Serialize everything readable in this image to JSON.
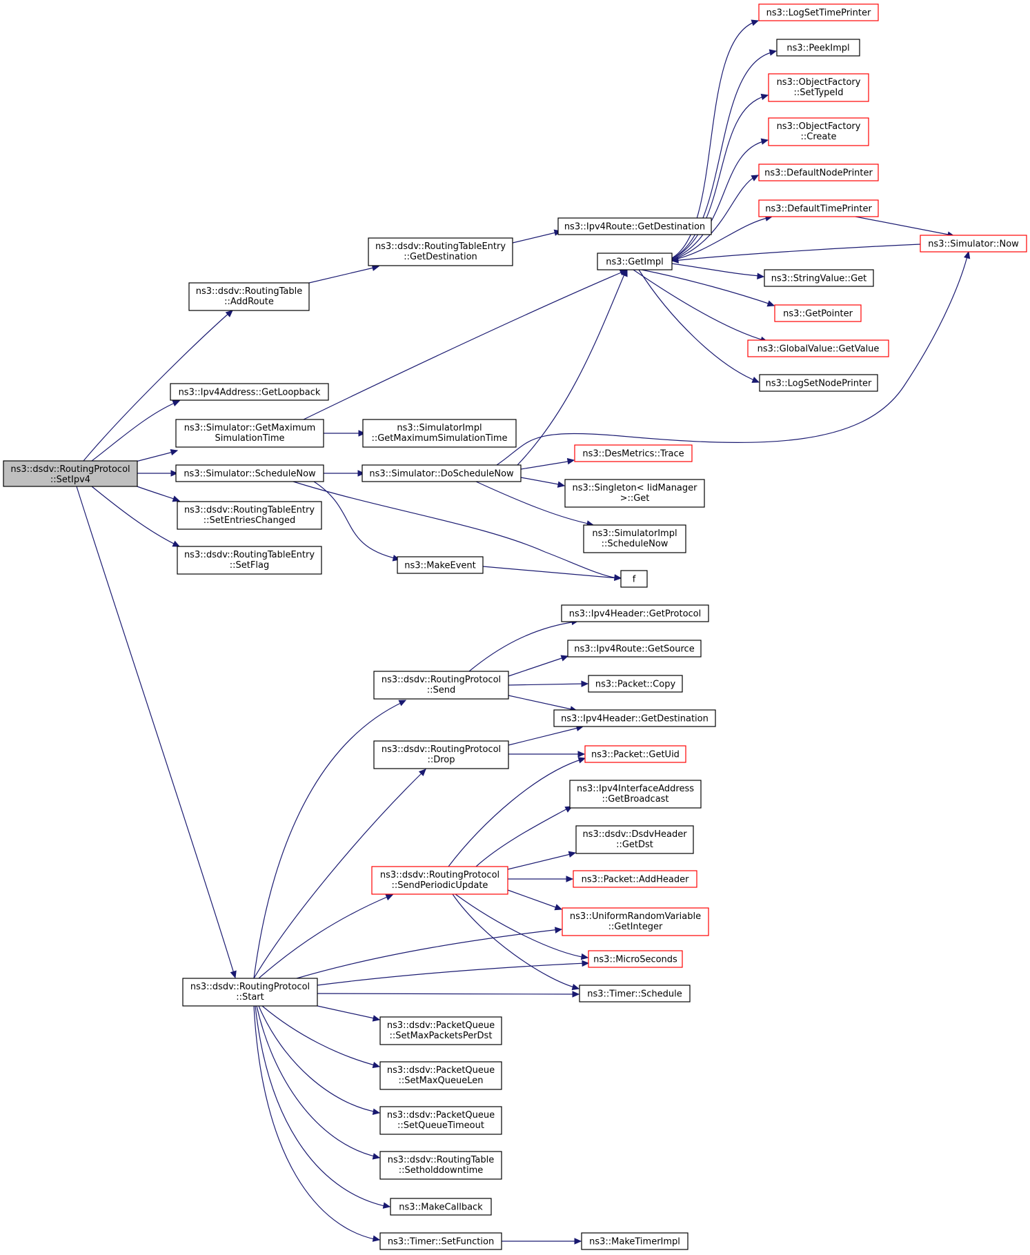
{
  "nodes": [
    {
      "id": "setipv4",
      "lines": [
        "ns3::dsdv::RoutingProtocol",
        "::SetIpv4"
      ],
      "style": "root"
    },
    {
      "id": "rt_addroute",
      "lines": [
        "ns3::dsdv::RoutingTable",
        "::AddRoute"
      ],
      "style": "normal"
    },
    {
      "id": "rte_getdest",
      "lines": [
        "ns3::dsdv::RoutingTableEntry",
        "::GetDestination"
      ],
      "style": "normal"
    },
    {
      "id": "ipv4route_getdest",
      "lines": [
        "ns3::Ipv4Route::GetDestination"
      ],
      "style": "normal"
    },
    {
      "id": "getimpl",
      "lines": [
        "ns3::GetImpl"
      ],
      "style": "normal"
    },
    {
      "id": "logsettimeprinter",
      "lines": [
        "ns3::LogSetTimePrinter"
      ],
      "style": "truncated"
    },
    {
      "id": "peekimpl",
      "lines": [
        "ns3::PeekImpl"
      ],
      "style": "normal"
    },
    {
      "id": "of_settypeid",
      "lines": [
        "ns3::ObjectFactory",
        "::SetTypeId"
      ],
      "style": "truncated"
    },
    {
      "id": "of_create",
      "lines": [
        "ns3::ObjectFactory",
        "::Create"
      ],
      "style": "truncated"
    },
    {
      "id": "defaultnodeprinter",
      "lines": [
        "ns3::DefaultNodePrinter"
      ],
      "style": "truncated"
    },
    {
      "id": "defaulttimeprinter",
      "lines": [
        "ns3::DefaultTimePrinter"
      ],
      "style": "truncated"
    },
    {
      "id": "sim_now",
      "lines": [
        "ns3::Simulator::Now"
      ],
      "style": "truncated"
    },
    {
      "id": "stringvalue_get",
      "lines": [
        "ns3::StringValue::Get"
      ],
      "style": "normal"
    },
    {
      "id": "getpointer",
      "lines": [
        "ns3::GetPointer"
      ],
      "style": "truncated"
    },
    {
      "id": "gv_getvalue",
      "lines": [
        "ns3::GlobalValue::GetValue"
      ],
      "style": "truncated"
    },
    {
      "id": "logsetnodeprinter",
      "lines": [
        "ns3::LogSetNodePrinter"
      ],
      "style": "normal"
    },
    {
      "id": "ipv4addr_getloopback",
      "lines": [
        "ns3::Ipv4Address::GetLoopback"
      ],
      "style": "normal"
    },
    {
      "id": "sim_getmaxsimtime",
      "lines": [
        "ns3::Simulator::GetMaximum",
        "SimulationTime"
      ],
      "style": "normal"
    },
    {
      "id": "simimpl_getmaxsimtime",
      "lines": [
        "ns3::SimulatorImpl",
        "::GetMaximumSimulationTime"
      ],
      "style": "normal"
    },
    {
      "id": "sim_schedulenow",
      "lines": [
        "ns3::Simulator::ScheduleNow"
      ],
      "style": "normal"
    },
    {
      "id": "sim_doschedulenow",
      "lines": [
        "ns3::Simulator::DoScheduleNow"
      ],
      "style": "normal"
    },
    {
      "id": "desmetrics_trace",
      "lines": [
        "ns3::DesMetrics::Trace"
      ],
      "style": "truncated"
    },
    {
      "id": "singleton_get",
      "lines": [
        "ns3::Singleton< IidManager",
        ">::Get"
      ],
      "style": "normal"
    },
    {
      "id": "simimpl_schedulenow",
      "lines": [
        "ns3::SimulatorImpl",
        "::ScheduleNow"
      ],
      "style": "normal"
    },
    {
      "id": "makeevent",
      "lines": [
        "ns3::MakeEvent"
      ],
      "style": "normal"
    },
    {
      "id": "f",
      "lines": [
        "f"
      ],
      "style": "normal"
    },
    {
      "id": "rte_setentrieschanged",
      "lines": [
        "ns3::dsdv::RoutingTableEntry",
        "::SetEntriesChanged"
      ],
      "style": "normal"
    },
    {
      "id": "rte_setflag",
      "lines": [
        "ns3::dsdv::RoutingTableEntry",
        "::SetFlag"
      ],
      "style": "normal"
    },
    {
      "id": "ipv4hdr_getprotocol",
      "lines": [
        "ns3::Ipv4Header::GetProtocol"
      ],
      "style": "normal"
    },
    {
      "id": "ipv4route_getsource",
      "lines": [
        "ns3::Ipv4Route::GetSource"
      ],
      "style": "normal"
    },
    {
      "id": "rp_send",
      "lines": [
        "ns3::dsdv::RoutingProtocol",
        "::Send"
      ],
      "style": "normal"
    },
    {
      "id": "packet_copy",
      "lines": [
        "ns3::Packet::Copy"
      ],
      "style": "normal"
    },
    {
      "id": "ipv4hdr_getdest",
      "lines": [
        "ns3::Ipv4Header::GetDestination"
      ],
      "style": "normal"
    },
    {
      "id": "rp_drop",
      "lines": [
        "ns3::dsdv::RoutingProtocol",
        "::Drop"
      ],
      "style": "normal"
    },
    {
      "id": "packet_getuid",
      "lines": [
        "ns3::Packet::GetUid"
      ],
      "style": "truncated"
    },
    {
      "id": "ipv4ifaddr_getbroadcast",
      "lines": [
        "ns3::Ipv4InterfaceAddress",
        "::GetBroadcast"
      ],
      "style": "normal"
    },
    {
      "id": "dsdvhdr_getdst",
      "lines": [
        "ns3::dsdv::DsdvHeader",
        "::GetDst"
      ],
      "style": "normal"
    },
    {
      "id": "rp_sendperiodicupdate",
      "lines": [
        "ns3::dsdv::RoutingProtocol",
        "::SendPeriodicUpdate"
      ],
      "style": "truncated"
    },
    {
      "id": "packet_addheader",
      "lines": [
        "ns3::Packet::AddHeader"
      ],
      "style": "truncated"
    },
    {
      "id": "urv_getinteger",
      "lines": [
        "ns3::UniformRandomVariable",
        "::GetInteger"
      ],
      "style": "truncated"
    },
    {
      "id": "microseconds",
      "lines": [
        "ns3::MicroSeconds"
      ],
      "style": "truncated"
    },
    {
      "id": "rp_start",
      "lines": [
        "ns3::dsdv::RoutingProtocol",
        "::Start"
      ],
      "style": "normal"
    },
    {
      "id": "timer_schedule",
      "lines": [
        "ns3::Timer::Schedule"
      ],
      "style": "normal"
    },
    {
      "id": "pq_setmaxpacketsperdst",
      "lines": [
        "ns3::dsdv::PacketQueue",
        "::SetMaxPacketsPerDst"
      ],
      "style": "normal"
    },
    {
      "id": "pq_setmaxqueuelen",
      "lines": [
        "ns3::dsdv::PacketQueue",
        "::SetMaxQueueLen"
      ],
      "style": "normal"
    },
    {
      "id": "pq_setqueuetimeout",
      "lines": [
        "ns3::dsdv::PacketQueue",
        "::SetQueueTimeout"
      ],
      "style": "normal"
    },
    {
      "id": "rt_setholddowntime",
      "lines": [
        "ns3::dsdv::RoutingTable",
        "::Setholddowntime"
      ],
      "style": "normal"
    },
    {
      "id": "makecallback",
      "lines": [
        "ns3::MakeCallback"
      ],
      "style": "normal"
    },
    {
      "id": "timer_setfunction",
      "lines": [
        "ns3::Timer::SetFunction"
      ],
      "style": "normal"
    },
    {
      "id": "maketimerimpl",
      "lines": [
        "ns3::MakeTimerImpl"
      ],
      "style": "normal"
    }
  ],
  "edges": [
    {
      "from": "setipv4",
      "to": "rt_addroute"
    },
    {
      "from": "setipv4",
      "to": "ipv4addr_getloopback"
    },
    {
      "from": "setipv4",
      "to": "sim_getmaxsimtime"
    },
    {
      "from": "setipv4",
      "to": "sim_schedulenow"
    },
    {
      "from": "setipv4",
      "to": "rte_setentrieschanged"
    },
    {
      "from": "setipv4",
      "to": "rte_setflag"
    },
    {
      "from": "setipv4",
      "to": "rp_start"
    },
    {
      "from": "rt_addroute",
      "to": "rte_getdest"
    },
    {
      "from": "rte_getdest",
      "to": "ipv4route_getdest"
    },
    {
      "from": "sim_getmaxsimtime",
      "to": "getimpl"
    },
    {
      "from": "sim_getmaxsimtime",
      "to": "simimpl_getmaxsimtime"
    },
    {
      "from": "getimpl",
      "to": "logsettimeprinter"
    },
    {
      "from": "getimpl",
      "to": "peekimpl"
    },
    {
      "from": "getimpl",
      "to": "of_settypeid"
    },
    {
      "from": "getimpl",
      "to": "of_create"
    },
    {
      "from": "getimpl",
      "to": "defaultnodeprinter"
    },
    {
      "from": "getimpl",
      "to": "defaulttimeprinter"
    },
    {
      "from": "getimpl",
      "to": "stringvalue_get"
    },
    {
      "from": "getimpl",
      "to": "getpointer"
    },
    {
      "from": "getimpl",
      "to": "gv_getvalue"
    },
    {
      "from": "getimpl",
      "to": "logsetnodeprinter"
    },
    {
      "from": "defaulttimeprinter",
      "to": "sim_now"
    },
    {
      "from": "sim_now",
      "to": "getimpl"
    },
    {
      "from": "sim_schedulenow",
      "to": "sim_doschedulenow"
    },
    {
      "from": "sim_schedulenow",
      "to": "makeevent"
    },
    {
      "from": "sim_schedulenow",
      "to": "f"
    },
    {
      "from": "makeevent",
      "to": "f"
    },
    {
      "from": "sim_doschedulenow",
      "to": "getimpl"
    },
    {
      "from": "sim_doschedulenow",
      "to": "sim_now"
    },
    {
      "from": "sim_doschedulenow",
      "to": "desmetrics_trace"
    },
    {
      "from": "sim_doschedulenow",
      "to": "singleton_get"
    },
    {
      "from": "sim_doschedulenow",
      "to": "simimpl_schedulenow"
    },
    {
      "from": "rp_start",
      "to": "rp_send"
    },
    {
      "from": "rp_start",
      "to": "rp_drop"
    },
    {
      "from": "rp_start",
      "to": "rp_sendperiodicupdate"
    },
    {
      "from": "rp_start",
      "to": "urv_getinteger"
    },
    {
      "from": "rp_start",
      "to": "microseconds"
    },
    {
      "from": "rp_start",
      "to": "timer_schedule"
    },
    {
      "from": "rp_start",
      "to": "pq_setmaxpacketsperdst"
    },
    {
      "from": "rp_start",
      "to": "pq_setmaxqueuelen"
    },
    {
      "from": "rp_start",
      "to": "pq_setqueuetimeout"
    },
    {
      "from": "rp_start",
      "to": "rt_setholddowntime"
    },
    {
      "from": "rp_start",
      "to": "makecallback"
    },
    {
      "from": "rp_start",
      "to": "timer_setfunction"
    },
    {
      "from": "rp_send",
      "to": "ipv4hdr_getprotocol"
    },
    {
      "from": "rp_send",
      "to": "ipv4route_getsource"
    },
    {
      "from": "rp_send",
      "to": "packet_copy"
    },
    {
      "from": "rp_send",
      "to": "ipv4hdr_getdest"
    },
    {
      "from": "rp_drop",
      "to": "ipv4hdr_getdest"
    },
    {
      "from": "rp_drop",
      "to": "packet_getuid"
    },
    {
      "from": "rp_sendperiodicupdate",
      "to": "packet_getuid"
    },
    {
      "from": "rp_sendperiodicupdate",
      "to": "ipv4ifaddr_getbroadcast"
    },
    {
      "from": "rp_sendperiodicupdate",
      "to": "dsdvhdr_getdst"
    },
    {
      "from": "rp_sendperiodicupdate",
      "to": "packet_addheader"
    },
    {
      "from": "rp_sendperiodicupdate",
      "to": "urv_getinteger"
    },
    {
      "from": "rp_sendperiodicupdate",
      "to": "microseconds"
    },
    {
      "from": "rp_sendperiodicupdate",
      "to": "timer_schedule"
    },
    {
      "from": "timer_setfunction",
      "to": "maketimerimpl"
    }
  ],
  "colors": {
    "edge": "#191970",
    "node_border": "#000000",
    "truncated_border": "#ff0000",
    "root_fill": "#bfbfbf",
    "node_fill": "#ffffff"
  }
}
